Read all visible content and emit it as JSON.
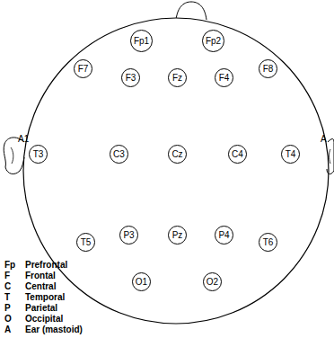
{
  "diagram": {
    "nodes": [
      {
        "text": [
          "Fp1"
        ]
      },
      {
        "text": [
          "Fp2"
        ]
      },
      {
        "text": [
          "F7"
        ]
      },
      {
        "text": [
          "F3"
        ]
      },
      {
        "text": [
          "Fz"
        ]
      },
      {
        "text": [
          "F4"
        ]
      },
      {
        "text": [
          "F8"
        ]
      },
      {
        "text": [
          "T3"
        ]
      },
      {
        "text": [
          "C3"
        ]
      },
      {
        "text": [
          "Cz"
        ]
      },
      {
        "text": [
          "C4"
        ]
      },
      {
        "text": [
          "T4"
        ]
      },
      {
        "text": [
          "T5"
        ]
      },
      {
        "text": [
          "P3"
        ]
      },
      {
        "text": [
          "Pz"
        ]
      },
      {
        "text": [
          "P4"
        ]
      },
      {
        "text": [
          "T6"
        ]
      },
      {
        "text": [
          "O1"
        ]
      },
      {
        "text": [
          "O2"
        ]
      }
    ],
    "labels": [
      "A1",
      "A",
      "Fp",
      "Prefrontal",
      "F",
      "Frontal",
      "C",
      "Central",
      "T",
      "Temporal",
      "P",
      "Parietal",
      "O",
      "Occipital",
      "A",
      "Ear (mastoid)"
    ]
  }
}
